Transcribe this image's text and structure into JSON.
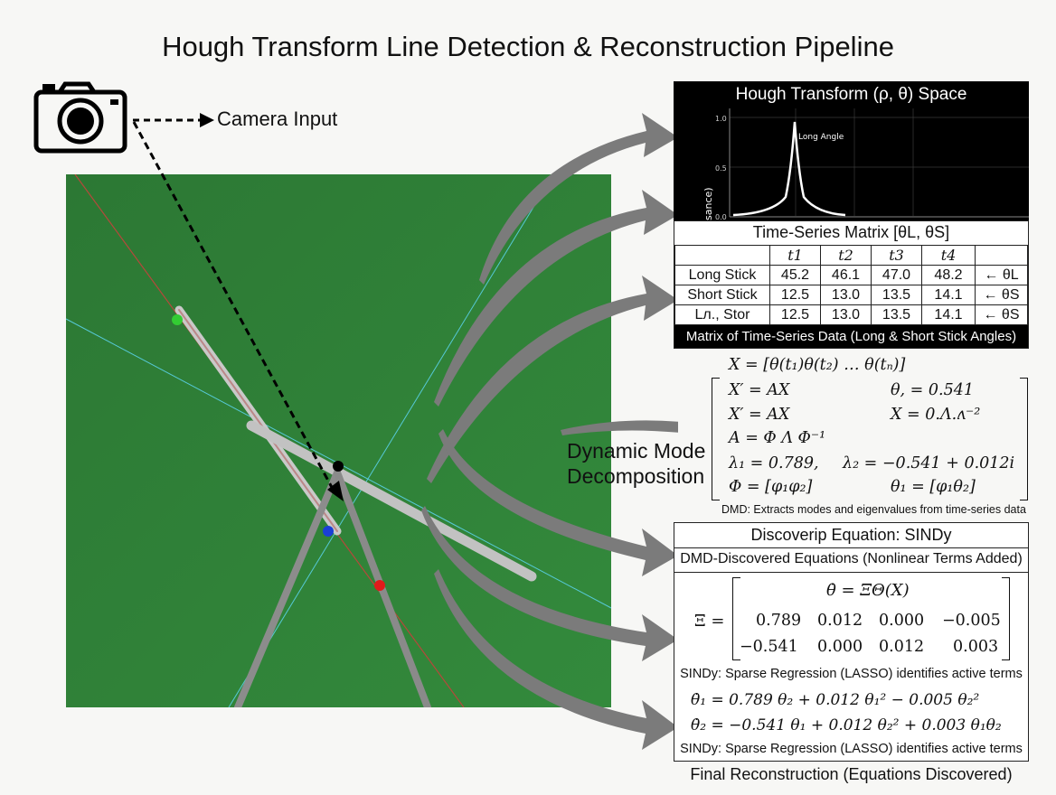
{
  "title": "Hough Transform Line Detection & Reconstruction Pipeline",
  "camera": {
    "label": "Camera Input",
    "icon": "camera-icon"
  },
  "hough": {
    "title": "Hough Transform (ρ, θ) Space",
    "yticks": [
      "1.0",
      "0.5",
      "0.0"
    ],
    "peak_label": "Long Angle",
    "ylabel": "sance)"
  },
  "timeseries": {
    "title": "Time-Series Matrix [θL, θS]",
    "columns": [
      "t1",
      "t2",
      "t3",
      "t4"
    ],
    "rows": [
      {
        "label": "Long Stick",
        "values": [
          "45.2",
          "46.1",
          "47.0",
          "48.2"
        ],
        "tag": "← θL"
      },
      {
        "label": "Short Stick",
        "values": [
          "12.5",
          "13.0",
          "13.5",
          "14.1"
        ],
        "tag": "← θS"
      },
      {
        "label": "Lл., Stor",
        "values": [
          "12.5",
          "13.0",
          "13.5",
          "14.1"
        ],
        "tag": "← θS"
      }
    ],
    "footer": "Matrix of Time-Series Data (Long & Short Stick Angles)"
  },
  "dmd": {
    "label_line1": "Dynamic Mode",
    "label_line2": "Decomposition",
    "eq_x": "X = [θ(t₁)θ(t₂) … θ(tₙ)]",
    "eq_left": [
      "X′ = AX",
      "X′ = AX",
      "A = Φ Λ Φ⁻¹",
      "λ₁ = 0.789,",
      "Φ = [φ₁φ₂]"
    ],
    "eq_right": [
      "θ, = 0.541",
      "X = 0.Λ.ʌ⁻²",
      "",
      "λ₂ = −0.541 + 0.012i",
      "θ₁ = [φ₁θ₂]"
    ],
    "caption": "DMD: Extracts modes and eigenvalues from time-series data"
  },
  "sindy": {
    "title": "Discoverip Equation: SINDy",
    "subtitle": "DMD-Discovered Equations (Nonlinear Terms Added)",
    "theta_eq": "θ̇ = ΞΘ(X)",
    "xi_label": "Ξ =",
    "matrix": [
      [
        "0.789",
        "0.012",
        "0.000",
        "−0.005"
      ],
      [
        "−0.541",
        "0.000",
        "0.012",
        "0.003"
      ]
    ],
    "note1": "SINDy: Sparse Regression (LASSO) identifies active terms",
    "eq1": "θ̇₁ = 0.789   θ₂ + 0.012 θ₁² − 0.005 θ₂²",
    "eq2": "θ̇₂ = −0.541 θ₁ + 0.012 θ₂² + 0.003 θ₁θ₂",
    "note2": "SINDy: Sparse Regression (LASSO) identifies active terms"
  },
  "final_label": "Final Reconstruction (Equations Discovered)",
  "colors": {
    "background": "#f7f7f5",
    "scene_green": "#2f7f39",
    "hough_line_cyan": "#56c9d6",
    "hough_line_red": "#b5483b",
    "marker_green": "#33cc33",
    "marker_blue": "#1a3fd6",
    "marker_red": "#e01a1a",
    "marker_black": "#000000",
    "arrow_grey": "#7b7b7b"
  }
}
